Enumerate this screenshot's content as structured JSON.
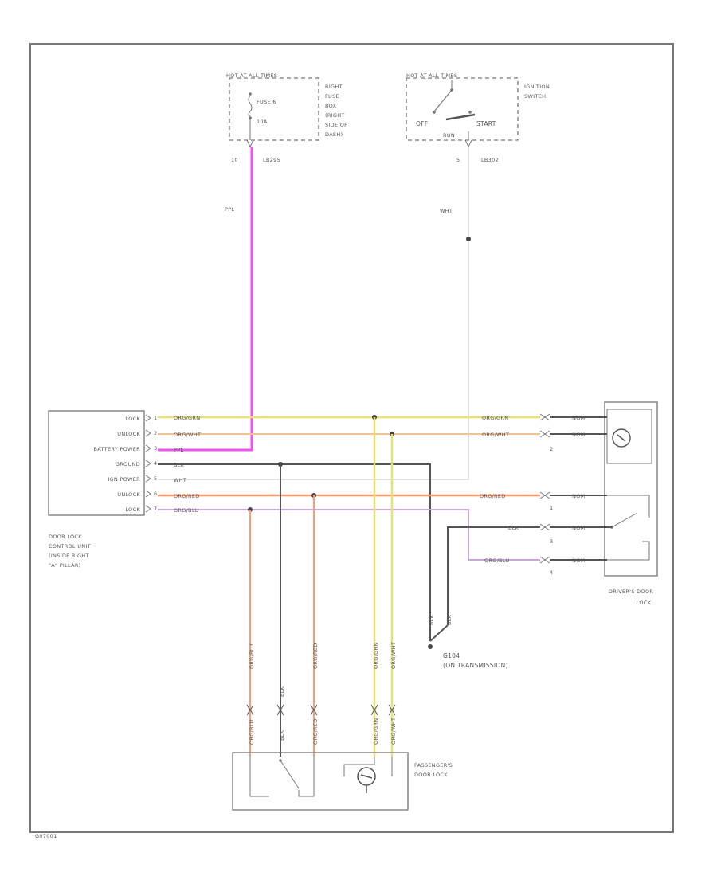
{
  "fuse_box": {
    "header": "HOT AT ALL TIMES",
    "fuse_name": "FUSE 6",
    "fuse_rating": "10A",
    "location": [
      "RIGHT",
      "FUSE",
      "BOX",
      "(RIGHT",
      "SIDE OF",
      "DASH)"
    ],
    "pin": "10",
    "connector": "LB295"
  },
  "ignition_switch": {
    "header": "HOT AT ALL TIMES",
    "name": [
      "IGNITION",
      "SWITCH"
    ],
    "off_label": "OFF",
    "run_label": "RUN",
    "start_label": "START",
    "pin": "5",
    "connector": "LB302"
  },
  "wire_colors": {
    "ppl": "PPL",
    "wht": "WHT",
    "org_grn": "ORG/GRN",
    "org_wht": "ORG/WHT",
    "blk": "BLK",
    "org_red": "ORG/RED",
    "org_blu": "ORG/BLU"
  },
  "control_unit": {
    "terminals": [
      "LOCK",
      "UNLOCK",
      "BATTERY POWER",
      "GROUND",
      "IGN POWER",
      "UNLOCK",
      "LOCK"
    ],
    "pins": [
      "1",
      "2",
      "3",
      "4",
      "5",
      "6",
      "7"
    ],
    "wires": [
      "ORG/GRN",
      "ORG/WHT",
      "PPL",
      "BLK",
      "WHT",
      "ORG/RED",
      "ORG/BLU"
    ],
    "name": [
      "DOOR LOCK",
      "CONTROL UNIT",
      "(INSIDE RIGHT",
      "\"A\" PILLAR)"
    ]
  },
  "driver_lock": {
    "name": [
      "DRIVER'S DOOR",
      "LOCK"
    ],
    "pins": [
      "2",
      "1",
      "3",
      "4"
    ],
    "right_wire_label": "NGM"
  },
  "ground": {
    "name": [
      "G104",
      "(ON TRANSMISSION)"
    ]
  },
  "passenger_lock": {
    "name": [
      "PASSENGER'S",
      "DOOR LOCK"
    ]
  },
  "figure_id": "G07001"
}
